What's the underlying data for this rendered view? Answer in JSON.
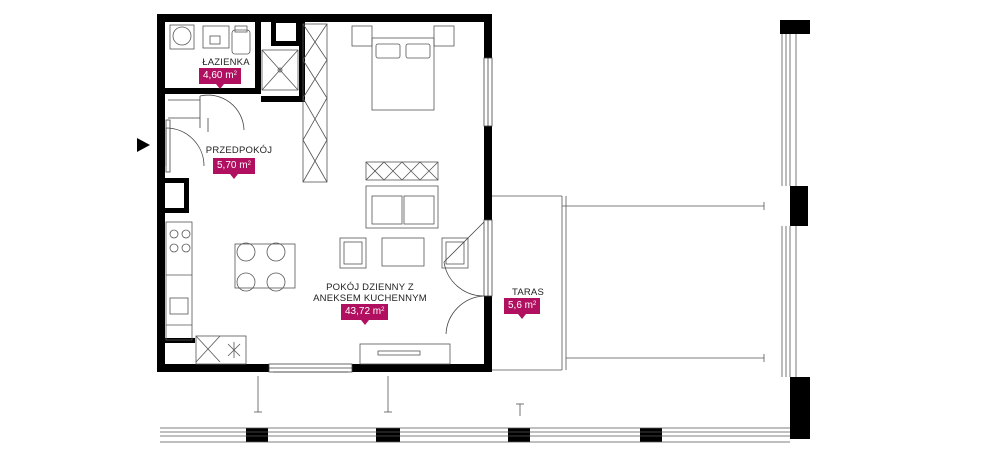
{
  "rooms": [
    {
      "id": "lazienka",
      "name": "ŁAZIENKA",
      "area": "4,60 m"
    },
    {
      "id": "przedpokoj",
      "name": "PRZEDPOKÓJ",
      "area": "5,70 m"
    },
    {
      "id": "pokoj",
      "name_line1": "POKÓJ DZIENNY Z",
      "name_line2": "ANEKSEM KUCHENNYM",
      "area": "43,72 m"
    },
    {
      "id": "taras",
      "name": "TARAS",
      "area": "5,6 m"
    }
  ],
  "area_unit_superscript": "2",
  "colors": {
    "badge": "#b0105f",
    "wall": "#000000",
    "furniture": "#555555"
  },
  "icons": {
    "entrance": "entrance-arrow-icon"
  }
}
